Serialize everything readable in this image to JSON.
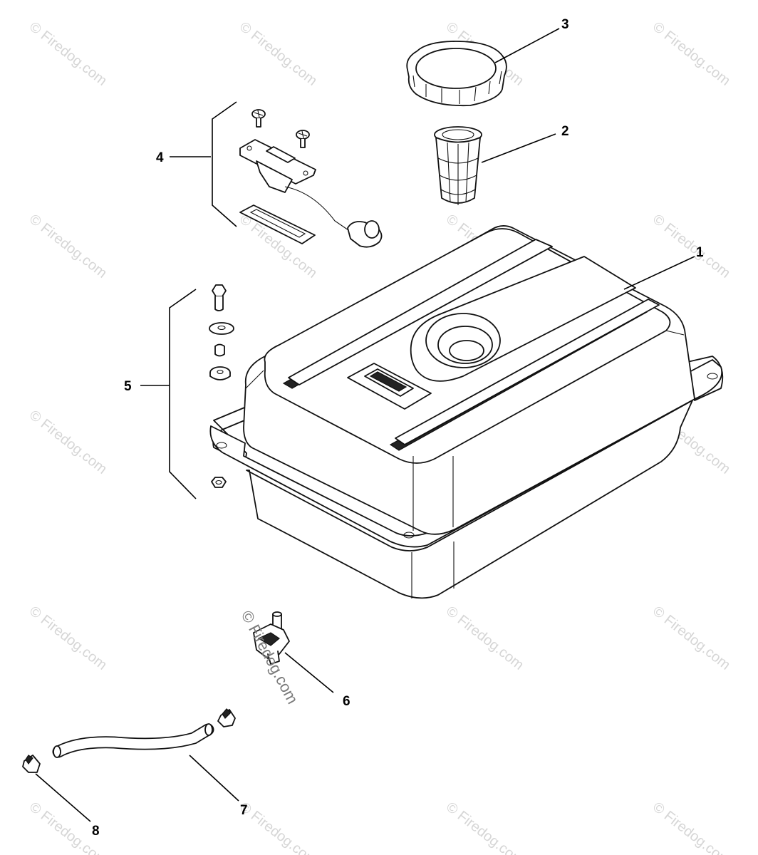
{
  "watermark": {
    "text": "Firedog.com",
    "symbol": "©"
  },
  "callouts": [
    {
      "number": "1"
    },
    {
      "number": "2"
    },
    {
      "number": "3"
    },
    {
      "number": "4"
    },
    {
      "number": "5"
    },
    {
      "number": "6"
    },
    {
      "number": "7"
    },
    {
      "number": "8"
    }
  ],
  "colors": {
    "line": "#111111",
    "watermark": "#d6d6d6",
    "background": "#ffffff"
  }
}
